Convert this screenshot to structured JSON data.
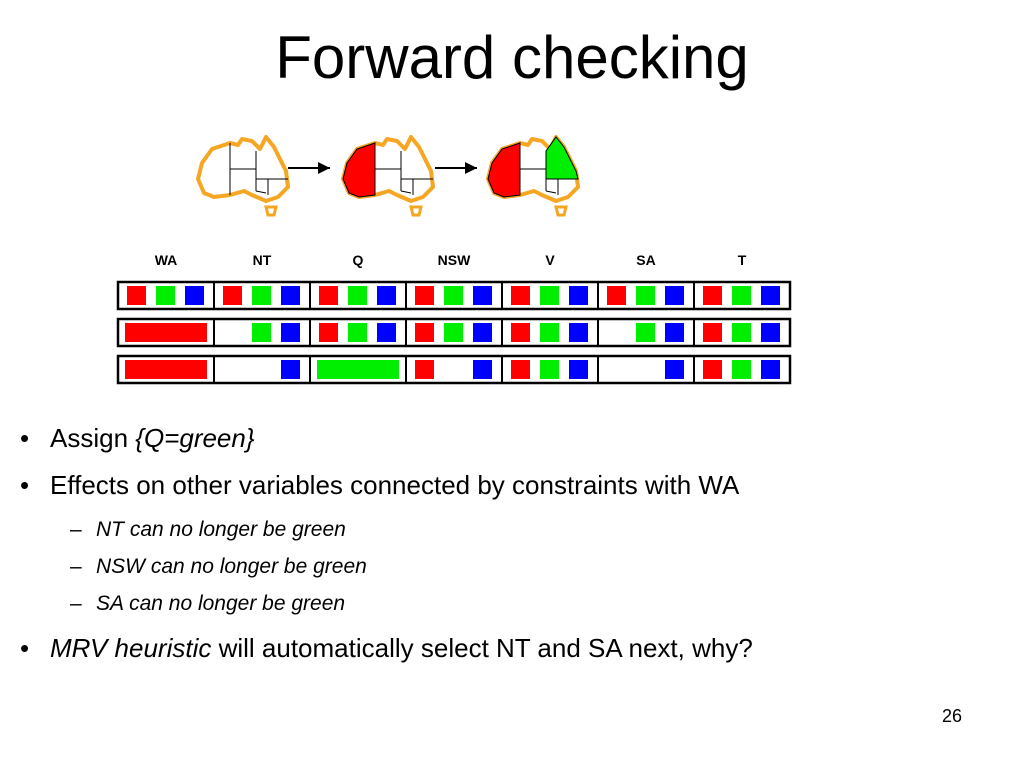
{
  "slide": {
    "title": "Forward checking",
    "page_number": "26"
  },
  "maps": {
    "border_color": "#f5a623",
    "fills": [
      {
        "WA": "",
        "Q": ""
      },
      {
        "WA": "#ff0000",
        "Q": ""
      },
      {
        "WA": "#ff0000",
        "Q": "#00ee00"
      }
    ]
  },
  "domain_table": {
    "columns": [
      "WA",
      "NT",
      "Q",
      "NSW",
      "V",
      "SA",
      "T"
    ],
    "colors": {
      "red": "#ff0000",
      "green": "#00ee00",
      "blue": "#0000ff"
    },
    "rows": [
      {
        "cells": [
          {
            "type": "list",
            "items": [
              "red",
              "green",
              "blue"
            ]
          },
          {
            "type": "list",
            "items": [
              "red",
              "green",
              "blue"
            ]
          },
          {
            "type": "list",
            "items": [
              "red",
              "green",
              "blue"
            ]
          },
          {
            "type": "list",
            "items": [
              "red",
              "green",
              "blue"
            ]
          },
          {
            "type": "list",
            "items": [
              "red",
              "green",
              "blue"
            ]
          },
          {
            "type": "list",
            "items": [
              "red",
              "green",
              "blue"
            ]
          },
          {
            "type": "list",
            "items": [
              "red",
              "green",
              "blue"
            ]
          }
        ]
      },
      {
        "cells": [
          {
            "type": "assigned",
            "color": "red"
          },
          {
            "type": "list",
            "items": [
              "",
              "green",
              "blue"
            ]
          },
          {
            "type": "list",
            "items": [
              "red",
              "green",
              "blue"
            ]
          },
          {
            "type": "list",
            "items": [
              "red",
              "green",
              "blue"
            ]
          },
          {
            "type": "list",
            "items": [
              "red",
              "green",
              "blue"
            ]
          },
          {
            "type": "list",
            "items": [
              "",
              "green",
              "blue"
            ]
          },
          {
            "type": "list",
            "items": [
              "red",
              "green",
              "blue"
            ]
          }
        ]
      },
      {
        "cells": [
          {
            "type": "assigned",
            "color": "red"
          },
          {
            "type": "list",
            "items": [
              "",
              "",
              "blue"
            ]
          },
          {
            "type": "assigned",
            "color": "green"
          },
          {
            "type": "list",
            "items": [
              "red",
              "",
              "blue"
            ]
          },
          {
            "type": "list",
            "items": [
              "red",
              "green",
              "blue"
            ]
          },
          {
            "type": "list",
            "items": [
              "",
              "",
              "blue"
            ]
          },
          {
            "type": "list",
            "items": [
              "red",
              "green",
              "blue"
            ]
          }
        ]
      }
    ]
  },
  "bullets": {
    "assign_prefix": "Assign ",
    "assign_value": "{Q=green}",
    "effects": "Effects on other variables connected by constraints with WA",
    "sub1": "NT can no longer be green",
    "sub2": "NSW can no longer be green",
    "sub3": "SA can no longer be green",
    "mrv_em": "MRV heuristic",
    "mrv_rest": " will automatically select NT and SA next, why?"
  }
}
